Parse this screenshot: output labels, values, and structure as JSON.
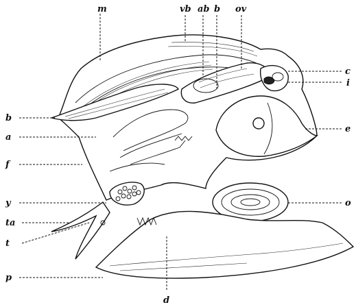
{
  "labels": {
    "m": "m",
    "vb": "vb",
    "ab": "ab",
    "b_top": "b",
    "ov": "ov",
    "c": "c",
    "i": "i",
    "e": "e",
    "o": "o",
    "b_left": "b",
    "a": "a",
    "f": "f",
    "y": "y",
    "ta": "ta",
    "t": "t",
    "p": "p",
    "d": "d"
  }
}
